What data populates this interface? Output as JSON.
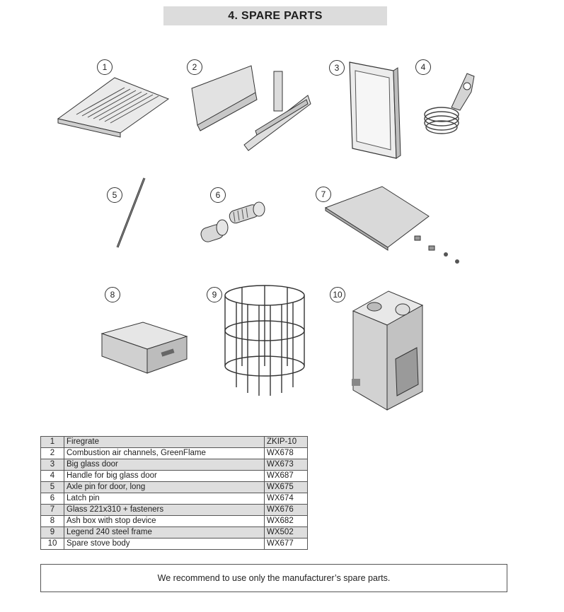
{
  "title": "4. SPARE PARTS",
  "callouts": [
    "1",
    "2",
    "3",
    "4",
    "5",
    "6",
    "7",
    "8",
    "9",
    "10"
  ],
  "parts": [
    {
      "num": "1",
      "name": "Firegrate",
      "code": "ZKIP-10"
    },
    {
      "num": "2",
      "name": "Combustion air channels, GreenFlame",
      "code": "WX678"
    },
    {
      "num": "3",
      "name": "Big glass door",
      "code": "WX673"
    },
    {
      "num": "4",
      "name": "Handle for big glass door",
      "code": "WX687"
    },
    {
      "num": "5",
      "name": "Axle pin for door, long",
      "code": "WX675"
    },
    {
      "num": "6",
      "name": "Latch pin",
      "code": "WX674"
    },
    {
      "num": "7",
      "name": "Glass 221x310 + fasteners",
      "code": "WX676"
    },
    {
      "num": "8",
      "name": "Ash box with stop device",
      "code": "WX682"
    },
    {
      "num": "9",
      "name": "Legend 240 steel frame",
      "code": "WX502"
    },
    {
      "num": "10",
      "name": "Spare stove body",
      "code": "WX677"
    }
  ],
  "note": "We recommend to use only the manufacturer’s spare parts.",
  "icons": [
    "firegrate-illustration",
    "air-channels-illustration",
    "glass-door-illustration",
    "handle-illustration",
    "axle-pin-illustration",
    "latch-pin-illustration",
    "glass-pane-illustration",
    "ash-box-illustration",
    "steel-frame-illustration",
    "stove-body-illustration"
  ]
}
